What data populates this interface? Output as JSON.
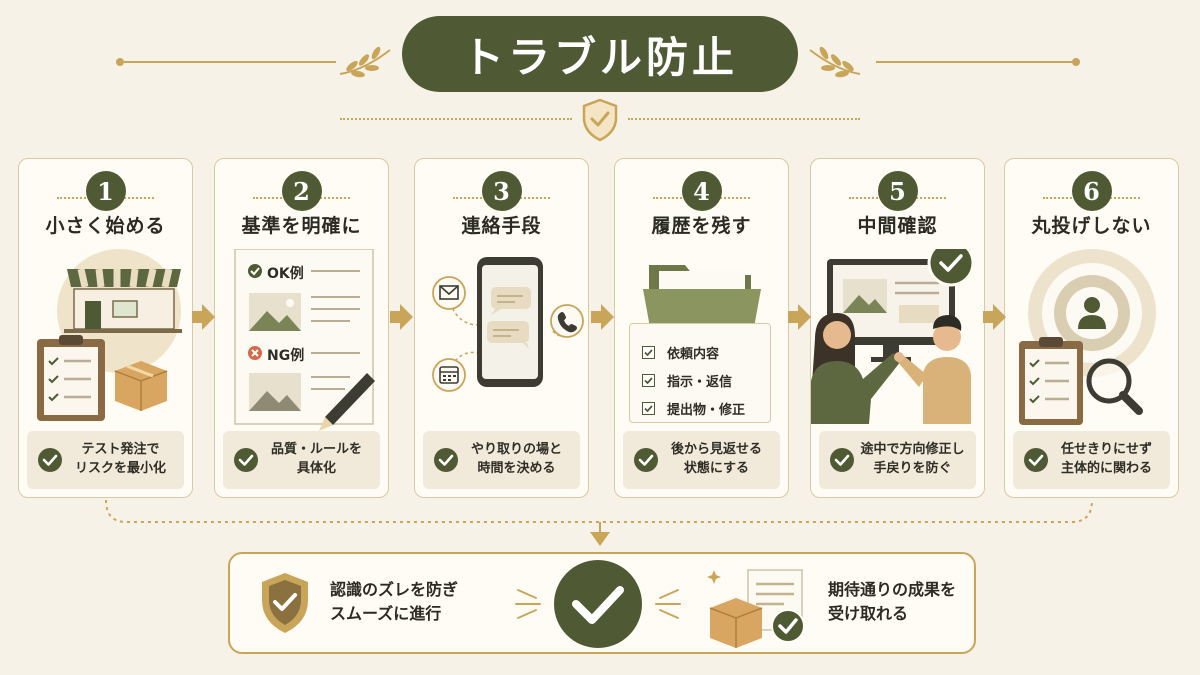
{
  "title": "トラブル防止",
  "steps": [
    {
      "num": "1",
      "title": "小さく始める",
      "footer": "テスト発注で\nリスクを最小化"
    },
    {
      "num": "2",
      "title": "基準を明確に",
      "footer": "品質・ルールを\n具体化",
      "ok_label": "OK例",
      "ng_label": "NG例"
    },
    {
      "num": "3",
      "title": "連絡手段",
      "footer": "やり取りの場と\n時間を決める"
    },
    {
      "num": "4",
      "title": "履歴を残す",
      "footer": "後から見返せる\n状態にする",
      "checklist": [
        "依頼内容",
        "指示・返信",
        "提出物・修正"
      ]
    },
    {
      "num": "5",
      "title": "中間確認",
      "footer": "途中で方向修正し\n手戻りを防ぐ"
    },
    {
      "num": "6",
      "title": "丸投げしない",
      "footer": "任せきりにせず\n主体的に関わる"
    }
  ],
  "result": {
    "left_text": "認識のズレを防ぎ\nスムーズに進行",
    "right_text": "期待通りの成果を\n受け取れる"
  },
  "colors": {
    "primary": "#4f5a35",
    "accent": "#c9a55a",
    "background": "#f7f2e8"
  }
}
